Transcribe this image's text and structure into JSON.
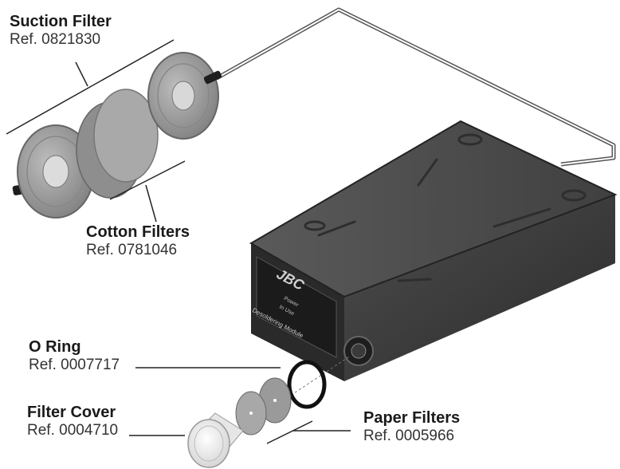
{
  "callouts": {
    "suction_filter": {
      "title": "Suction Filter",
      "ref": "Ref. 0821830"
    },
    "cotton_filters": {
      "title": "Cotton Filters",
      "ref": "Ref. 0781046"
    },
    "o_ring": {
      "title": "O Ring",
      "ref": "Ref. 0007717"
    },
    "filter_cover": {
      "title": "Filter Cover",
      "ref": "Ref. 0004710"
    },
    "paper_filters": {
      "title": "Paper Filters",
      "ref": "Ref. 0005966"
    }
  },
  "module_label": {
    "brand": "JBC",
    "line1": "Power",
    "line2": "In Use",
    "name": "Desoldering Module"
  },
  "colors": {
    "module_body": "#3a3a3a",
    "module_top": "#4a4a4a",
    "filter_grey": "#9a9a9a",
    "leader_line": "#222222"
  }
}
